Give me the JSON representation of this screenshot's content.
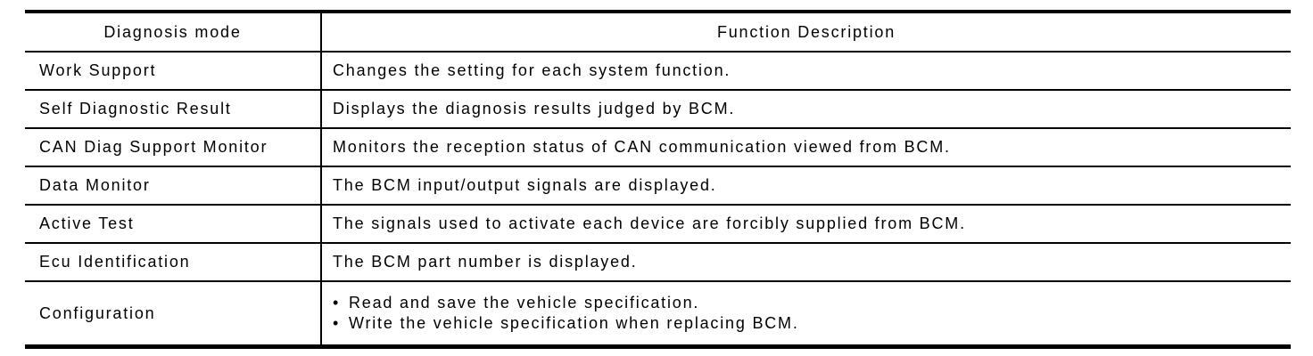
{
  "table": {
    "header": {
      "diagnosis_mode": "Diagnosis mode",
      "function_description": "Function Description"
    },
    "rows": [
      {
        "mode": "Work Support",
        "description": "Changes the setting for each system function."
      },
      {
        "mode": "Self Diagnostic Result",
        "description": "Displays the diagnosis results judged by BCM."
      },
      {
        "mode": "CAN Diag Support Monitor",
        "description": "Monitors the reception status of CAN communication viewed from BCM."
      },
      {
        "mode": "Data Monitor",
        "description": "The BCM input/output signals are displayed."
      },
      {
        "mode": "Active Test",
        "description": "The signals used to activate each device are forcibly supplied from BCM."
      },
      {
        "mode": "Ecu Identification",
        "description": "The BCM part number is displayed."
      },
      {
        "mode": "Configuration",
        "bullets": [
          "Read and save the vehicle specification.",
          "Write the vehicle specification when replacing BCM."
        ]
      }
    ],
    "bullet_glyph": "•",
    "colors": {
      "border": "#000000",
      "text": "#000000",
      "background": "#ffffff"
    }
  }
}
